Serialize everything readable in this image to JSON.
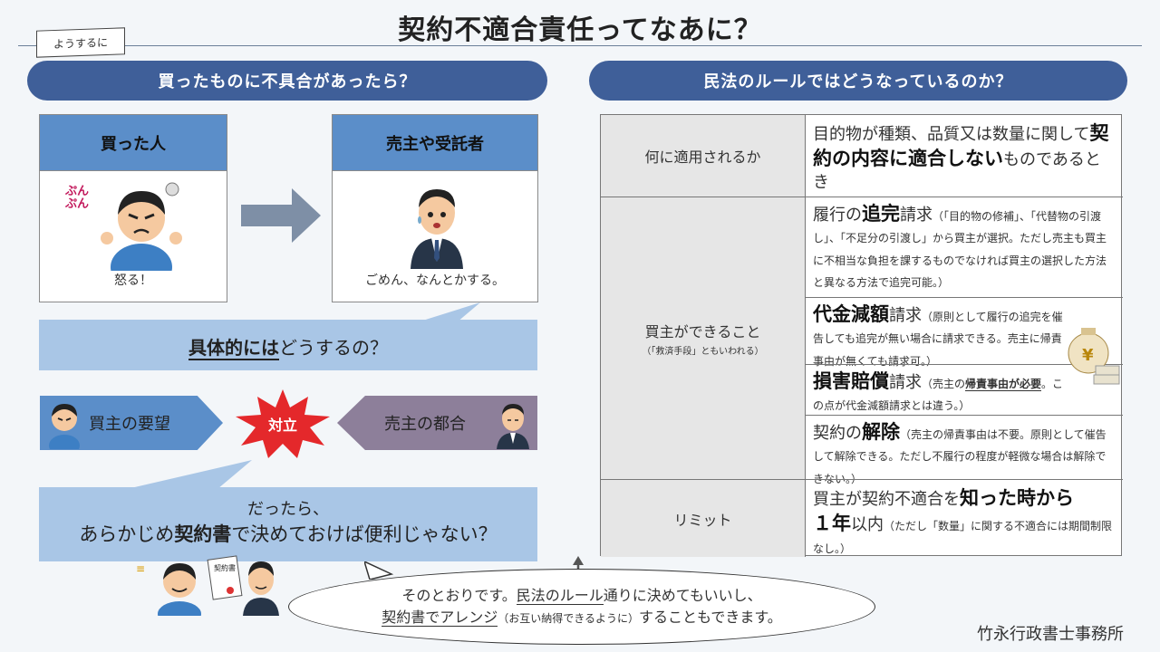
{
  "title": "契約不適合責任ってなあに？",
  "tag": "ようするに",
  "left": {
    "header": "買ったものに不具合があったら？",
    "buyer_card": {
      "head": "買った人",
      "caption": "怒る！",
      "sfx": "ぷん ぷん"
    },
    "seller_card": {
      "head": "売主や受託者",
      "caption": "ごめん、なんとかする。"
    },
    "question": {
      "strong": "具体的には",
      "rest": "どうするの？"
    },
    "buyer_band": "買主の要望",
    "conflict": "対立",
    "seller_band": "売主の都合",
    "suggestion": {
      "line1": "だったら、",
      "pre": "あらかじめ",
      "strong": "契約書",
      "post": "で決めておけば便利じゃない？"
    },
    "contract_doc": "契約書"
  },
  "right": {
    "header": "民法のルールではどうなっているのか？",
    "rows": {
      "apply": {
        "label": "何に適用されるか",
        "t1": "目的物が種類、品質又は数量に関して",
        "b1": "契約の内容に適合しない",
        "t2": "ものであるとき"
      },
      "remedies": {
        "label": "買主ができること",
        "sublabel": "（「救済手段」ともいわれる）",
        "r1_pre": "履行の",
        "r1_b": "追完",
        "r1_post": "請求",
        "r1_note": "（「目的物の修補」、「代替物の引渡し」、「不足分の引渡し」から買主が選択。ただし売主も買主に不相当な負担を課するものでなければ買主の選択した方法と異なる方法で追完可能。）",
        "r2_b": "代金減額",
        "r2_post": "請求",
        "r2_note": "（原則として履行の追完を催告しても追完が無い場合に請求できる。売主に帰責事由が無くても請求可。）",
        "r3_b": "損害賠償",
        "r3_post": "請求",
        "r3_note_pre": "（売主の",
        "r3_note_b": "帰責事由が必要",
        "r3_note_post": "。この点が代金減額請求とは違う。）",
        "r4_pre": "契約の",
        "r4_b": "解除",
        "r4_note": "（売主の帰責事由は不要。原則として催告して解除できる。ただし不履行の程度が軽微な場合は解除できない。）",
        "yen": "¥"
      },
      "limit": {
        "label": "リミット",
        "t1": "買主が契約不適合を",
        "b1": "知った時から",
        "b2": "１年",
        "t2": "以内",
        "note": "（ただし「数量」に関する不適合には期間制限なし。）"
      }
    }
  },
  "bottom": {
    "l1_pre": "そのとおりです。",
    "l1_ul": "民法のルール",
    "l1_post": "通りに決めてもいいし、",
    "l2_ul": "契約書でアレンジ",
    "l2_small": "（お互い納得できるように）",
    "l2_post": "することもできます。"
  },
  "footer": "竹永行政書士事務所",
  "colors": {
    "navy": "#3f5f99",
    "card_head": "#5b8ec9",
    "bubble": "#a9c6e6",
    "seller_band": "#8d7f9a",
    "conflict": "#e4282b"
  }
}
